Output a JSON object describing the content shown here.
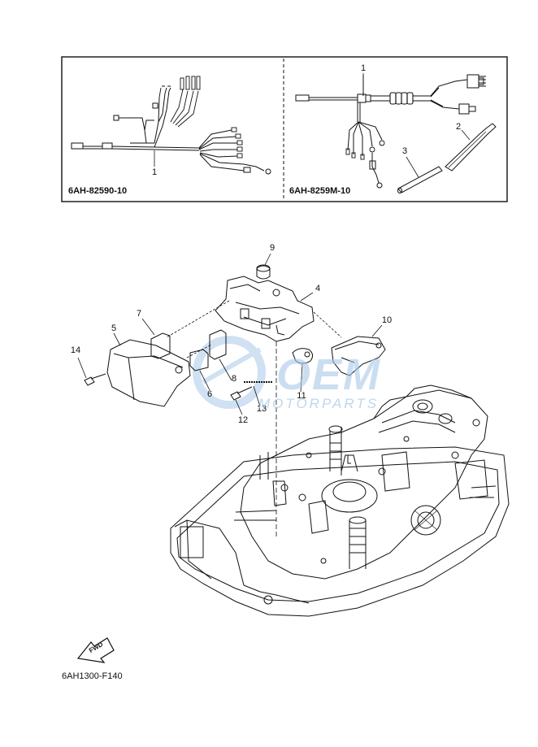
{
  "top_box": {
    "left_panel": {
      "part_code": "6AH-82590-10",
      "callouts": [
        "1"
      ]
    },
    "right_panel": {
      "part_code": "6AH-8259M-10",
      "callouts": [
        "1",
        "2",
        "3"
      ]
    }
  },
  "main_callouts": [
    "9",
    "4",
    "7",
    "5",
    "10",
    "14",
    "8",
    "6",
    "11",
    "13",
    "12"
  ],
  "watermark": {
    "logo": "OEM",
    "text": "MOTORPARTS"
  },
  "fwd_label": "FWD",
  "diagram_code": "6AH1300-F140",
  "colors": {
    "ink": "#111111",
    "watermark": "#a9c9e8",
    "background": "#ffffff"
  }
}
